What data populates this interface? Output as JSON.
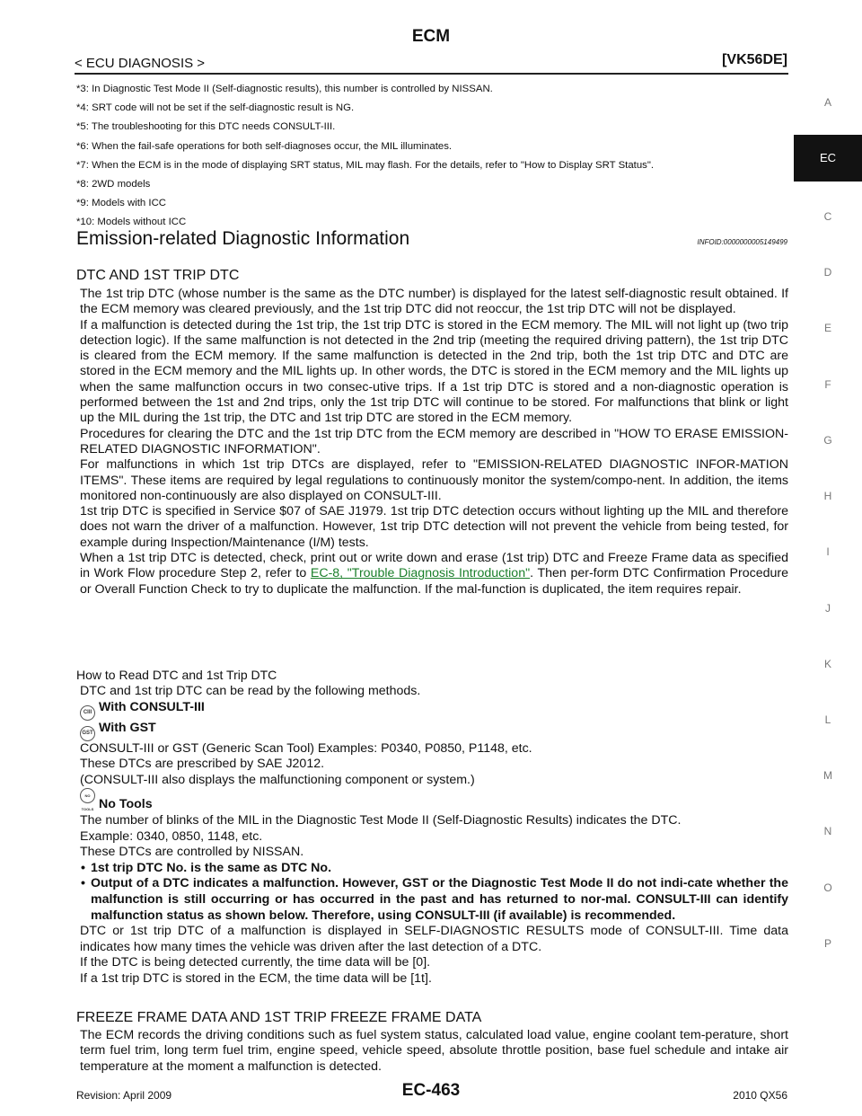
{
  "header": {
    "title": "ECM",
    "breadcrumb": "< ECU DIAGNOSIS >",
    "engine_code": "[VK56DE]"
  },
  "footnotes": [
    "*3: In Diagnostic Test Mode II (Self-diagnostic results), this number is controlled by NISSAN.",
    "*4: SRT code will not be set if the self-diagnostic result is NG.",
    "*5: The troubleshooting for this DTC needs CONSULT-III.",
    "*6: When the fail-safe operations for both self-diagnoses occur, the MIL illuminates.",
    "*7: When the ECM is in the mode of displaying SRT status, MIL may flash. For the details, refer to \"How to Display SRT Status\".",
    "*8: 2WD models",
    "*9: Models with ICC",
    "*10: Models without ICC"
  ],
  "section": {
    "heading": "Emission-related Diagnostic Information",
    "info_id": "INFOID:0000000005149499"
  },
  "dtc_section": {
    "heading": "DTC AND 1ST TRIP DTC",
    "p1": "The 1st trip DTC (whose number is the same as the DTC number) is displayed for the latest self-diagnostic result obtained. If the ECM memory was cleared previously, and the 1st trip DTC did not reoccur, the 1st trip DTC will not be displayed.",
    "p2": "If a malfunction is detected during the 1st trip, the 1st trip DTC is stored in the ECM memory. The MIL will not light up (two trip detection logic). If the same malfunction is not detected in the 2nd trip (meeting the required driving pattern), the 1st trip DTC is cleared from the ECM memory. If the same malfunction is detected in the 2nd trip, both the 1st trip DTC and DTC are stored in the ECM memory and the MIL lights up. In other words, the DTC is stored in the ECM memory and the MIL lights up when the same malfunction occurs in two consec-utive trips. If a 1st trip DTC is stored and a non-diagnostic operation is performed between the 1st and 2nd trips, only the 1st trip DTC will continue to be stored. For malfunctions that blink or light up the MIL during the 1st trip, the DTC and 1st trip DTC are stored in the ECM memory.",
    "p3": "Procedures for clearing the DTC and the 1st trip DTC from the ECM memory are described in \"HOW TO ERASE EMISSION-RELATED DIAGNOSTIC INFORMATION\".",
    "p4": "For malfunctions in which 1st trip DTCs are displayed, refer to \"EMISSION-RELATED DIAGNOSTIC INFOR-MATION ITEMS\". These items are required by legal regulations to continuously monitor the system/compo-nent. In addition, the items monitored non-continuously are also displayed on CONSULT-III.",
    "p5": "1st trip DTC is specified in Service $07 of SAE J1979. 1st trip DTC detection occurs without lighting up the MIL and therefore does not warn the driver of a malfunction. However, 1st trip DTC detection will not prevent the vehicle from being tested, for example during Inspection/Maintenance (I/M) tests.",
    "p6_before": "When a 1st trip DTC is detected, check, print out or write down and erase (1st trip) DTC and Freeze Frame data as specified in Work Flow procedure Step 2, refer to ",
    "p6_link": "EC-8, \"Trouble Diagnosis Introduction\"",
    "p6_after": ". Then per-form DTC Confirmation Procedure or Overall Function Check to try to duplicate the malfunction. If the mal-function is duplicated, the item requires repair."
  },
  "read_section": {
    "heading": "How to Read DTC and 1st Trip DTC",
    "intro": "DTC and 1st trip DTC can be read by the following methods.",
    "consult_icon": "CIII",
    "consult_label": "With CONSULT-III",
    "gst_icon": "GST",
    "gst_label": "With GST",
    "gst_line1": "CONSULT-III or GST (Generic Scan Tool) Examples: P0340, P0850, P1148, etc.",
    "gst_line2": "These DTCs are prescribed by SAE J2012.",
    "gst_line3": "(CONSULT-III also displays the malfunctioning component or system.)",
    "notools_icon": "NO TOOLS",
    "notools_label": "No Tools",
    "notools_line1": "The number of blinks of the MIL in the Diagnostic Test Mode II (Self-Diagnostic Results) indicates the DTC.",
    "notools_line2": "Example: 0340, 0850, 1148, etc.",
    "notools_line3": "These DTCs are controlled by NISSAN.",
    "bullets": [
      "1st trip DTC No. is the same as DTC No.",
      "Output of a DTC indicates a malfunction. However, GST or the Diagnostic Test Mode II do not indi-cate whether the malfunction is still occurring or has occurred in the past and has returned to nor-mal. CONSULT-III can identify malfunction status as shown below. Therefore, using CONSULT-III (if available) is recommended."
    ],
    "after1": "DTC or 1st trip DTC of a malfunction is displayed in SELF-DIAGNOSTIC RESULTS mode of CONSULT-III. Time data indicates how many times the vehicle was driven after the last detection of a DTC.",
    "after2": "If the DTC is being detected currently, the time data will be [0].",
    "after3": "If a 1st trip DTC is stored in the ECM, the time data will be [1t]."
  },
  "freeze_section": {
    "heading": "FREEZE FRAME DATA AND 1ST TRIP FREEZE FRAME DATA",
    "p1": "The ECM records the driving conditions such as fuel system status, calculated load value, engine coolant tem-perature, short term fuel trim, long term fuel trim, engine speed, vehicle speed, absolute throttle position, base fuel schedule and intake air temperature at the moment a malfunction is detected."
  },
  "footer": {
    "revision": "Revision: April 2009",
    "page_number": "EC-463",
    "model": "2010 QX56"
  },
  "side_index": {
    "active": "EC",
    "letters": [
      "A",
      "C",
      "D",
      "E",
      "F",
      "G",
      "H",
      "I",
      "J",
      "K",
      "L",
      "M",
      "N",
      "O",
      "P"
    ]
  }
}
